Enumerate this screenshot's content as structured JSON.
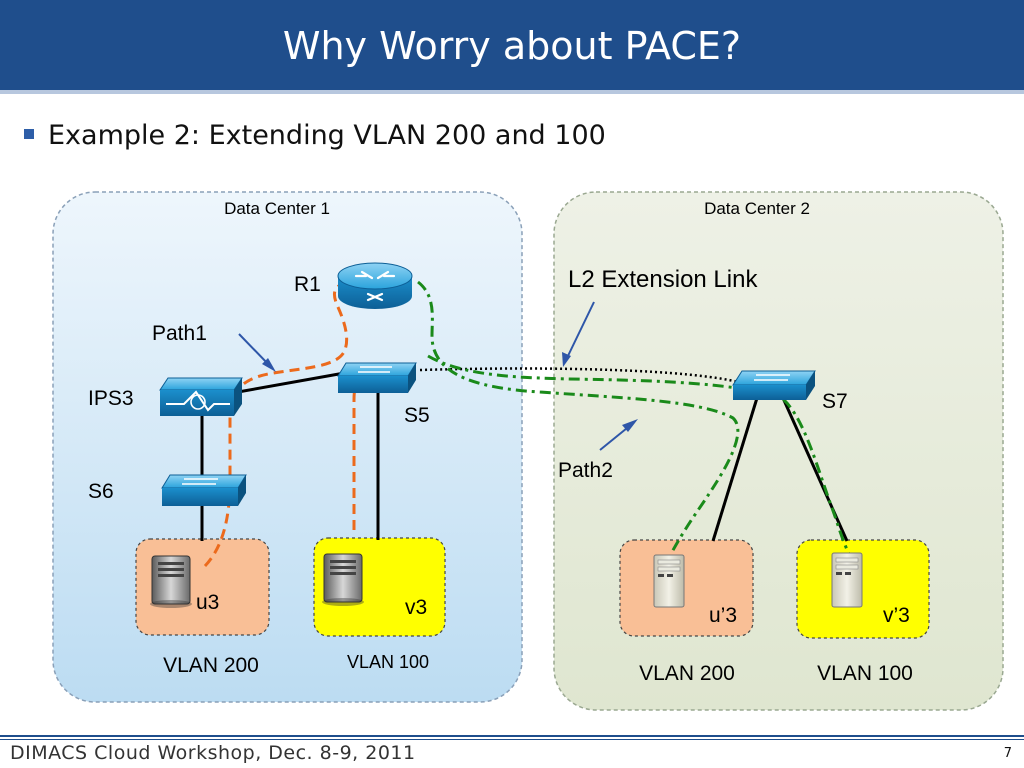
{
  "slide": {
    "title": "Why Worry about PACE?",
    "bullet": "Example 2: Extending VLAN 200 and 100"
  },
  "diagram": {
    "dc1_label": "Data Center 1",
    "dc2_label": "Data Center 2",
    "router_label": "R1",
    "switch_s5_label": "S5",
    "switch_s6_label": "S6",
    "switch_s7_label": "S7",
    "ips_label": "IPS3",
    "path1_label": "Path1",
    "path2_label": "Path2",
    "l2_ext_label": "L2 Extension Link",
    "server_u3_label": "u3",
    "server_v3_label": "v3",
    "server_u3p_label": "u’3",
    "server_v3p_label": "v’3",
    "vlan200_dc1_label": "VLAN 200",
    "vlan100_dc1_label": "VLAN 100",
    "vlan200_dc2_label": "VLAN 200",
    "vlan100_dc2_label": "VLAN 100",
    "colors": {
      "vlan200_box": "#f9bf96",
      "vlan100_box": "#ffff00",
      "dc1_bg": "#dfeefa",
      "dc2_bg": "#e6ecda",
      "path1": "#ec6a1c",
      "path2": "#1a8a1a",
      "device_blue": "#1a8fd0"
    }
  },
  "footer": {
    "text": "DIMACS Cloud Workshop, Dec. 8-9, 2011",
    "page": "7"
  }
}
